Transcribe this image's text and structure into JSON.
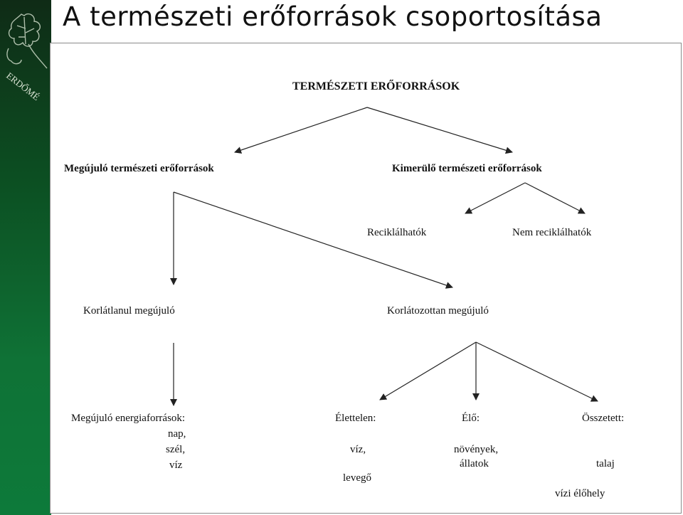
{
  "slide": {
    "title": "A természeti erőforrások csoportosítása",
    "logo_text": "ERDŐMÉ"
  },
  "diagram": {
    "root": "TERMÉSZETI ERŐFORRÁSOK",
    "renewable": "Megújuló természeti erőforrások",
    "exhaustible": "Kimerülő természeti erőforrások",
    "recyclable": "Reciklálhatók",
    "non_recyclable": "Nem reciklálhatók",
    "unlimited": "Korlátlanul megújuló",
    "limited": "Korlátozottan megújuló",
    "energy": {
      "label": "Megújuló energiaforrások:",
      "items": [
        "nap,",
        "szél,",
        "víz"
      ]
    },
    "nonliving": {
      "label": "Élettelen:",
      "items": [
        "víz,",
        "levegő"
      ]
    },
    "living": {
      "label": "Élő:",
      "items": [
        "növények,",
        "állatok"
      ]
    },
    "complex": {
      "label": "Összetett:",
      "items": [
        "talaj",
        "vízi élőhely"
      ]
    }
  }
}
